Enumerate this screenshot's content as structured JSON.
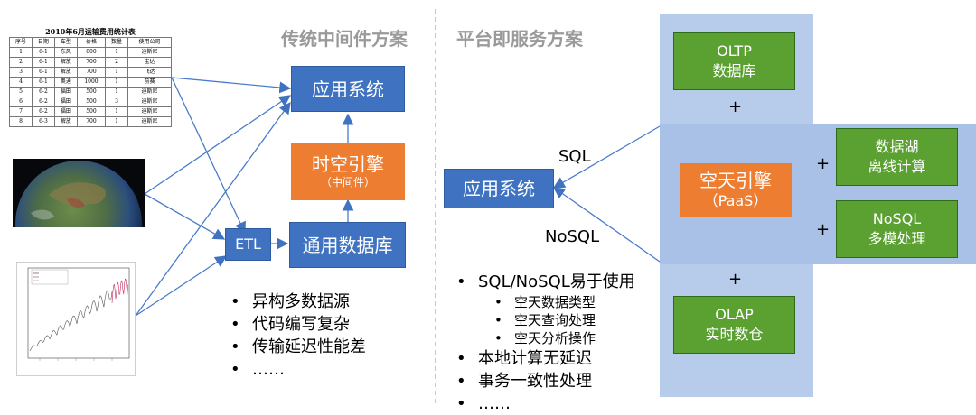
{
  "left_title": "传统中间件方案",
  "right_title": "平台即服务方案",
  "spreadsheet": {
    "title": "2010年6月运输费用统计表",
    "headers": [
      "序号",
      "日期",
      "车型",
      "价格",
      "数量",
      "使用公司"
    ],
    "rows": [
      [
        "1",
        "6-1",
        "东风",
        "800",
        "1",
        "迪斯尼"
      ],
      [
        "2",
        "6-1",
        "解放",
        "700",
        "2",
        "宝达"
      ],
      [
        "3",
        "6-1",
        "解放",
        "700",
        "1",
        "飞达"
      ],
      [
        "4",
        "6-1",
        "奥迪",
        "1000",
        "1",
        "前赛"
      ],
      [
        "5",
        "6-2",
        "福田",
        "500",
        "1",
        "迪斯尼"
      ],
      [
        "6",
        "6-2",
        "福田",
        "500",
        "3",
        "迪斯尼"
      ],
      [
        "7",
        "6-2",
        "福田",
        "500",
        "1",
        "迪斯尼"
      ],
      [
        "8",
        "6-3",
        "解放",
        "700",
        "1",
        "迪斯尼"
      ]
    ]
  },
  "left": {
    "app_system": "应用系统",
    "engine": "时空引擎",
    "engine_sub": "（中间件）",
    "etl": "ETL",
    "general_db": "通用数据库",
    "bullets": [
      "异构多数据源",
      "代码编写复杂",
      "传输延迟性能差",
      "……"
    ]
  },
  "right": {
    "app_system": "应用系统",
    "sql_label": "SQL",
    "nosql_label": "NoSQL",
    "oltp_line1": "OLTP",
    "oltp_line2": "数据库",
    "engine_line1": "空天引擎",
    "engine_line2": "（PaaS）",
    "lake_line1": "数据湖",
    "lake_line2": "离线计算",
    "nosql_line1": "NoSQL",
    "nosql_line2": "多模处理",
    "olap_line1": "OLAP",
    "olap_line2": "实时数仓",
    "plus": "+",
    "bullets": [
      {
        "text": "SQL/NoSQL易于使用",
        "level": 1
      },
      {
        "text": "空天数据类型",
        "level": 2
      },
      {
        "text": "空天查询处理",
        "level": 2
      },
      {
        "text": "空天分析操作",
        "level": 2
      },
      {
        "text": "本地计算无延迟",
        "level": 1
      },
      {
        "text": "事务一致性处理",
        "level": 1
      },
      {
        "text": "……",
        "level": 1
      }
    ]
  },
  "colors": {
    "blue_box": "#3f73c1",
    "orange_box": "#ed7d31",
    "green_box": "#5aa132",
    "panel": "#aec3e8",
    "title_gray": "#9a9a9a"
  }
}
